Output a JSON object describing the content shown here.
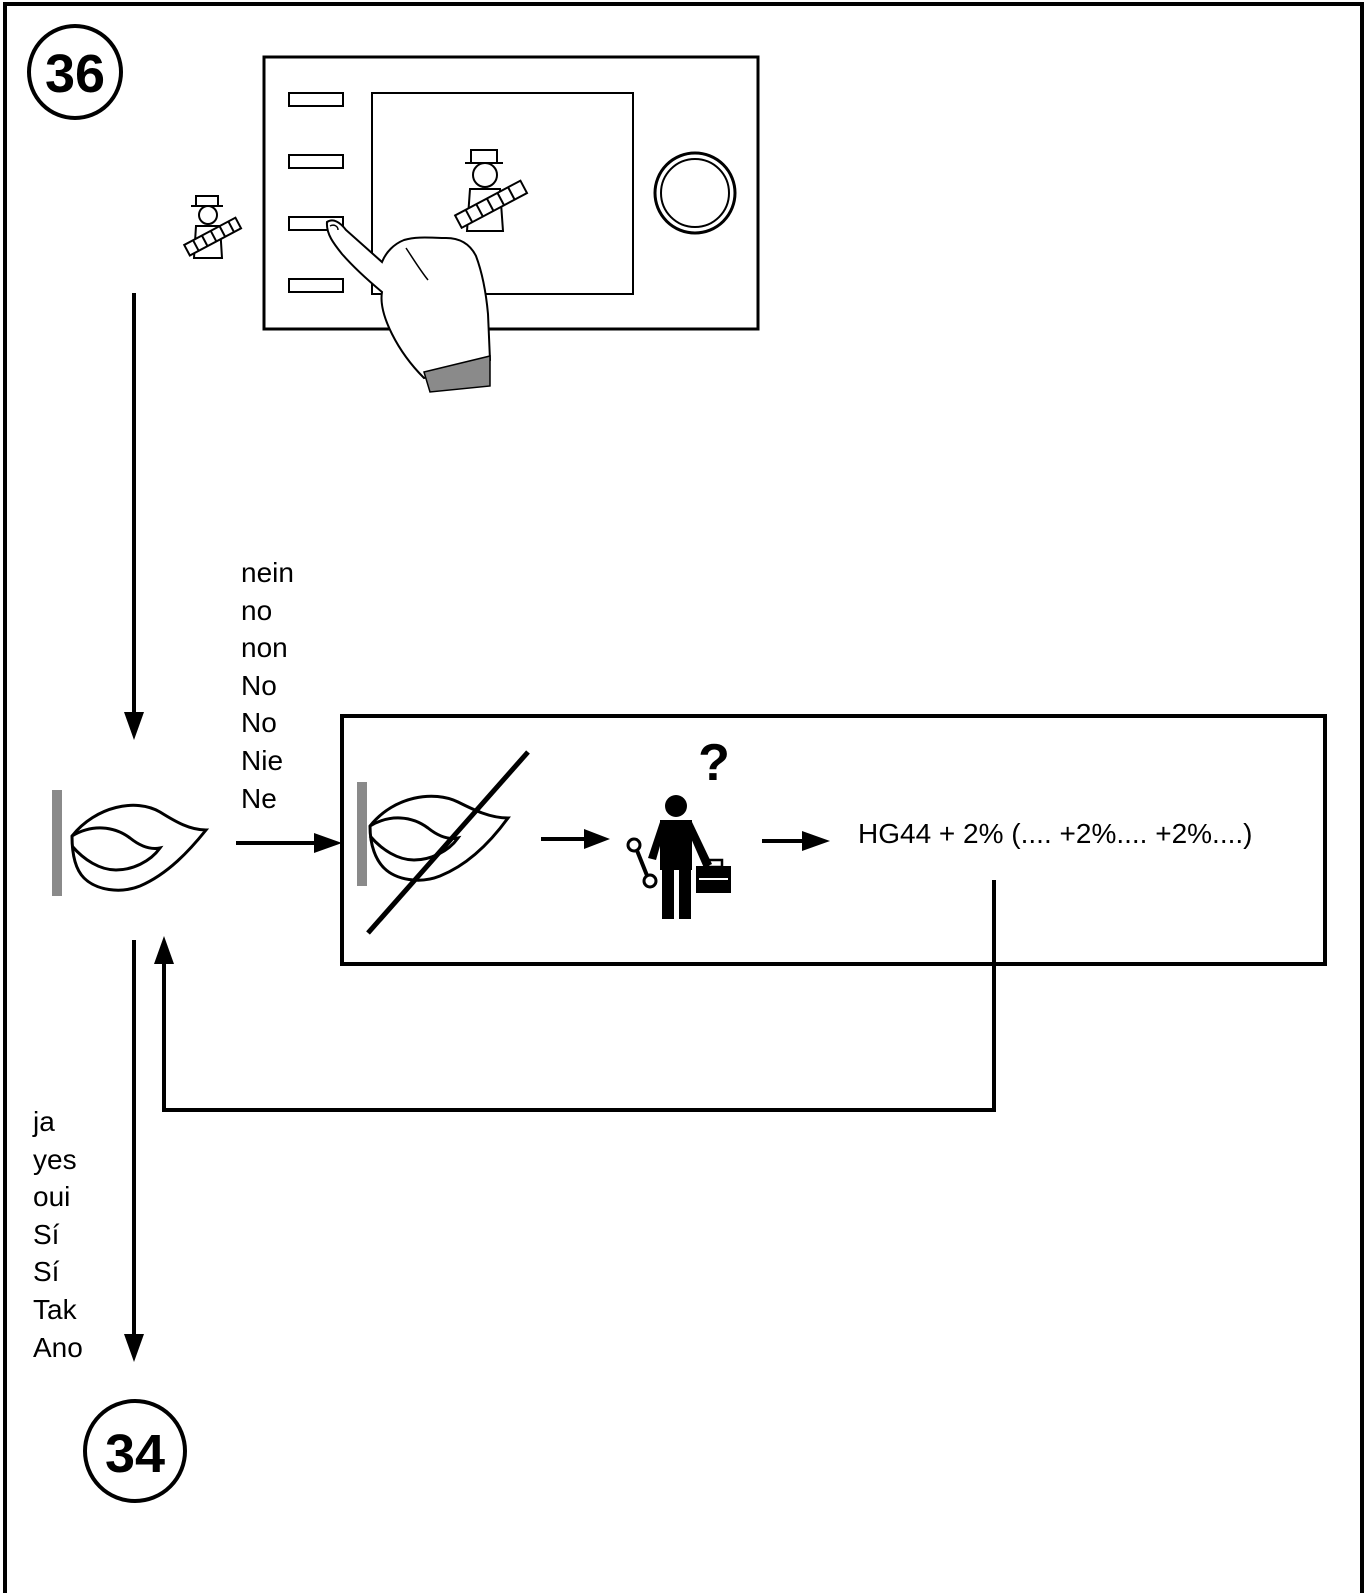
{
  "step": {
    "current": "36",
    "next": "34"
  },
  "no_answers": [
    "nein",
    "no",
    "non",
    "No",
    "No",
    "Nie",
    "Ne"
  ],
  "yes_answers": [
    "ja",
    "yes",
    "oui",
    "Sí",
    "Sí",
    "Tak",
    "Ano"
  ],
  "adjustment_formula": "HG44 + 2% (.... +2%.... +2%....)",
  "icons": {
    "chimney_sweep": "chimney-sweep-icon",
    "flame": "flame-icon",
    "flame_crossed": "flame-crossed-icon",
    "technician": "service-technician-icon",
    "question": "question-mark-icon",
    "hand": "pressing-hand-icon",
    "dial": "rotary-knob-icon"
  },
  "colors": {
    "line": "#000000",
    "accent_gray": "#8a8a8a",
    "background": "#ffffff"
  }
}
